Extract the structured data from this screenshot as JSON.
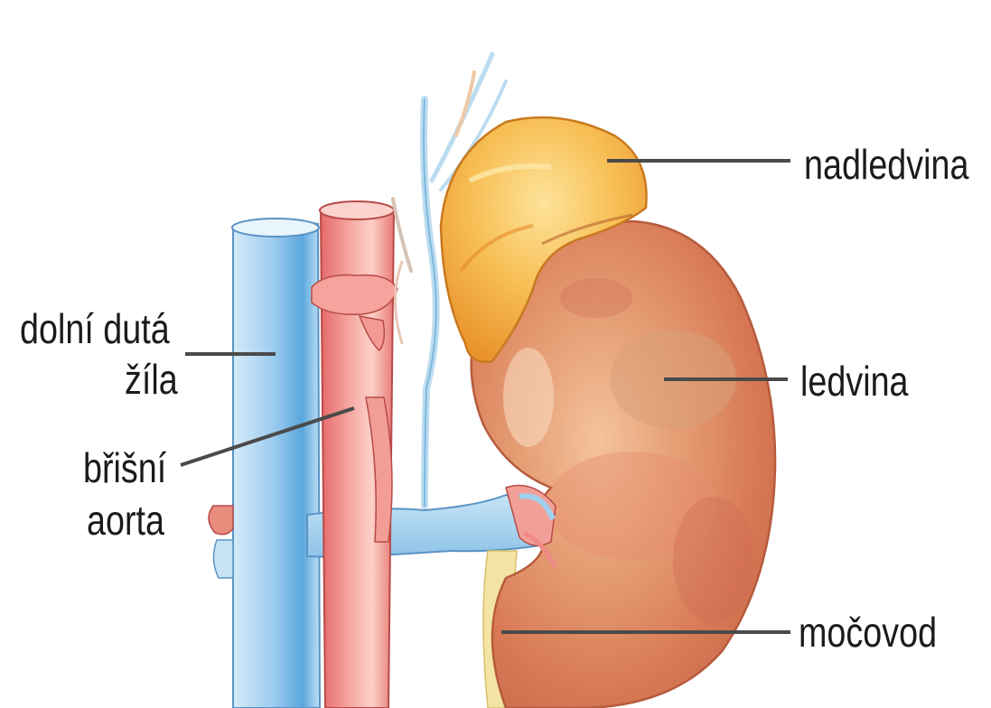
{
  "labels": {
    "nadledvina": "nadledvina",
    "ledvina": "ledvina",
    "mocovod": "močovod",
    "dolni_duta": "dolní dutá",
    "zila": "žíla",
    "brisni": "břišní",
    "aorta": "aorta"
  },
  "colors": {
    "vena_cava": "#a9d3ee",
    "vena_cava_shade": "#5aa7dd",
    "aorta": "#f08a86",
    "aorta_light": "#fbc0ba",
    "kidney": "#e3936a",
    "kidney_dark": "#c05a3c",
    "adrenal": "#f2a63a",
    "adrenal_light": "#fbd071",
    "ureter": "#f3e09a",
    "leader_line": "#4a4a4a",
    "text": "#1b1b1b"
  }
}
